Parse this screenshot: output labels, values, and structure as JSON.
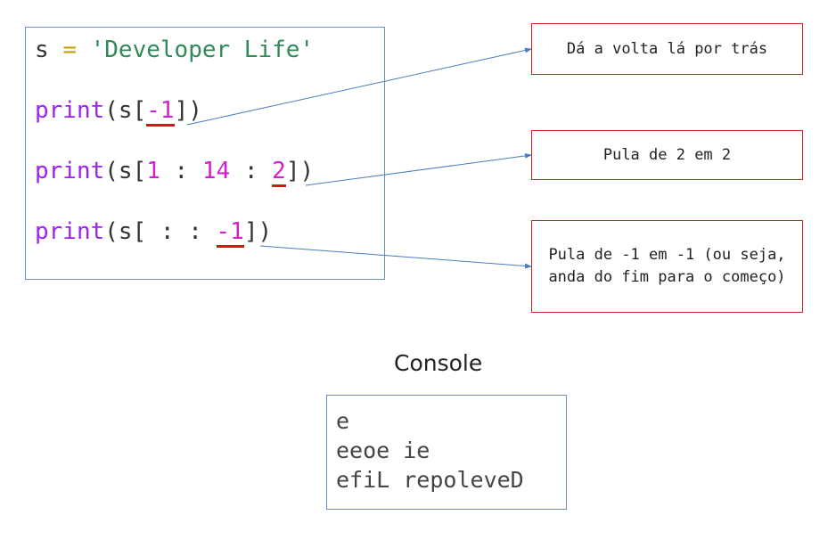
{
  "code": {
    "line1": {
      "var": "s",
      "eq": "=",
      "value": "'Developer Life'"
    },
    "line2": {
      "fn": "print",
      "open": "(s[",
      "index": "-1",
      "close": "])"
    },
    "line3": {
      "fn": "print",
      "open": "(s[",
      "start": "1",
      "sep1": " : ",
      "stop": "14",
      "sep2": " : ",
      "step": "2",
      "close": "])"
    },
    "line4": {
      "fn": "print",
      "open": "(s[",
      "seps": " : : ",
      "step": "-1",
      "close": "])"
    }
  },
  "notes": {
    "negative_index": "Dá a volta lá por trás",
    "step_two": "Pula de 2 em 2",
    "step_negative": "Pula de -1 em -1 (ou seja, anda do fim para o começo)"
  },
  "console": {
    "title": "Console",
    "lines": [
      "e",
      "eeoe ie",
      "efiL repoleveD"
    ]
  },
  "colors": {
    "keyword": "#a020f0",
    "string": "#2e8b57",
    "number": "#d020d0",
    "operator": "#c8a000",
    "underline": "#dd1111",
    "arrow": "#4a7cc0",
    "note_border": "#cc2222",
    "box_border": "#6a8fc4"
  }
}
